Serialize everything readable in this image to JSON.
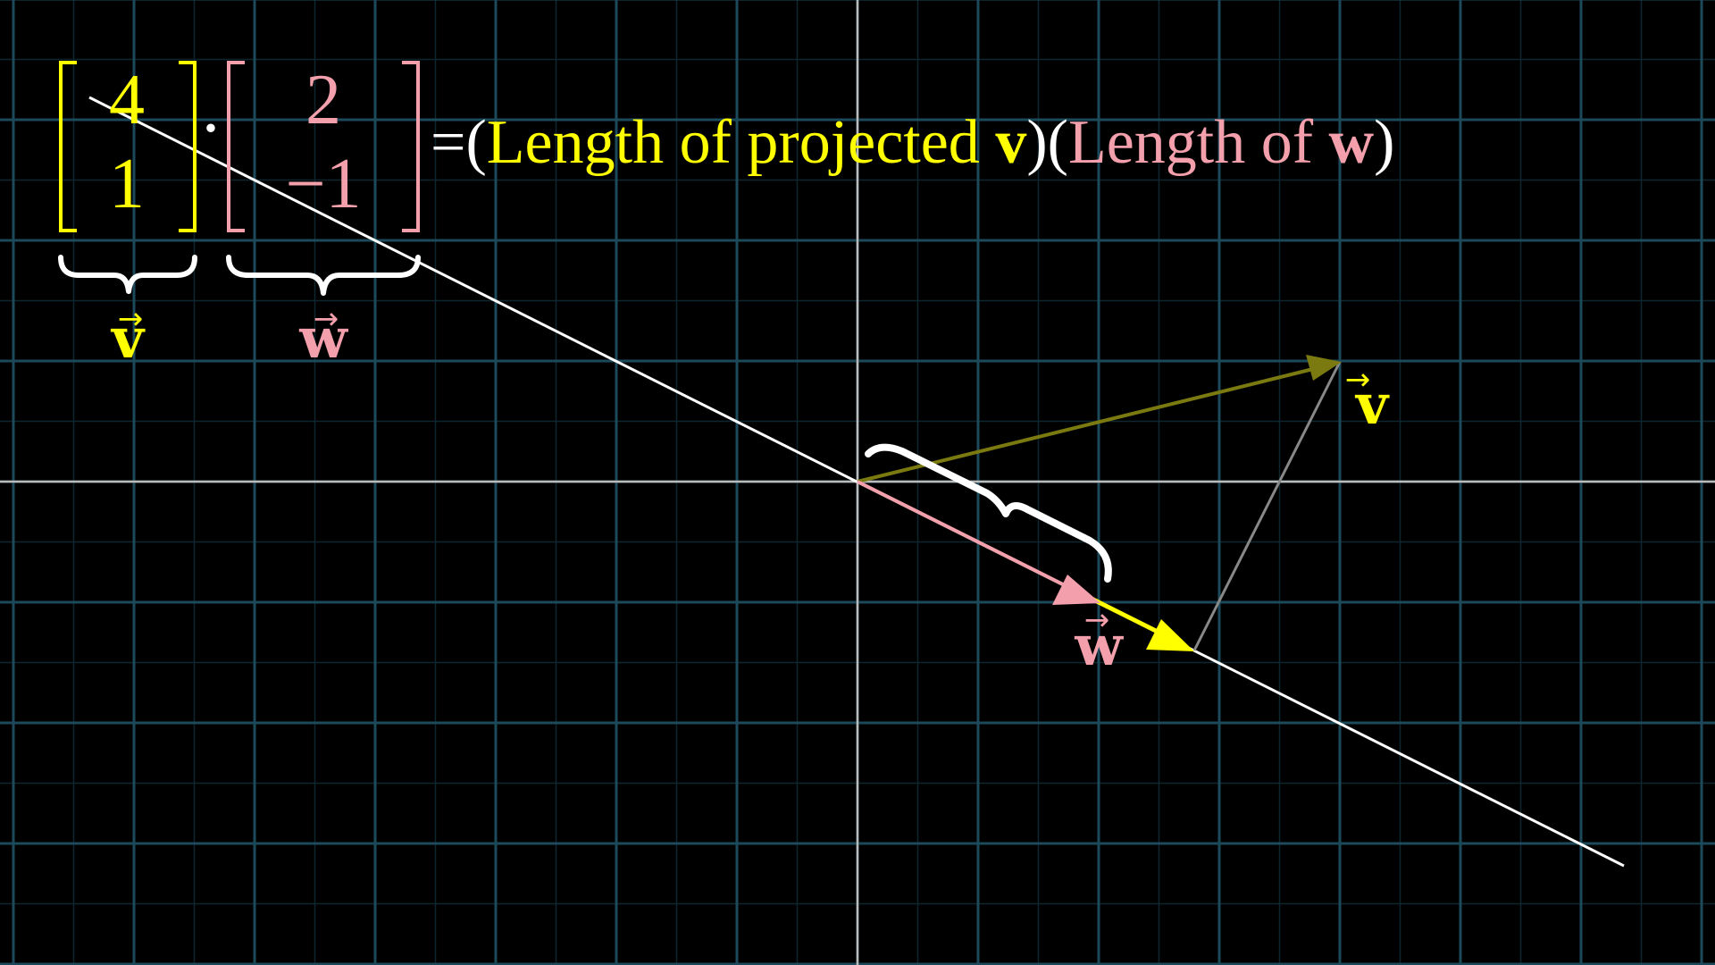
{
  "colors": {
    "background": "#000000",
    "grid_major": "#1d4a5a",
    "grid_minor": "#0e2630",
    "axis": "#bbbbbb",
    "v": "#ffff00",
    "v_dim": "#7a7a10",
    "w": "#f4a0ac",
    "line": "#ffffff",
    "projection_segment": "#888888"
  },
  "equation": {
    "v_top": "4",
    "v_bottom": "1",
    "dot": "·",
    "w_top": "2",
    "w_bottom": "−1",
    "equals": "=",
    "paren_open_1": "(",
    "term_v_text": "Length of projected ",
    "term_v_symbol": "v",
    "paren_close_1": ")",
    "paren_open_2": "(",
    "term_w_text": "Length of ",
    "term_w_symbol": "w",
    "paren_close_2": ")"
  },
  "labels": {
    "v_under_bracket": "v",
    "w_under_bracket": "w",
    "v_arrow": "v",
    "w_arrow": "w",
    "vec_accent": "→"
  },
  "vectors": {
    "v": [
      4,
      1
    ],
    "w": [
      2,
      -1
    ]
  },
  "icons": {
    "brace": "curly-brace",
    "arrowhead": "triangle-arrowhead"
  }
}
